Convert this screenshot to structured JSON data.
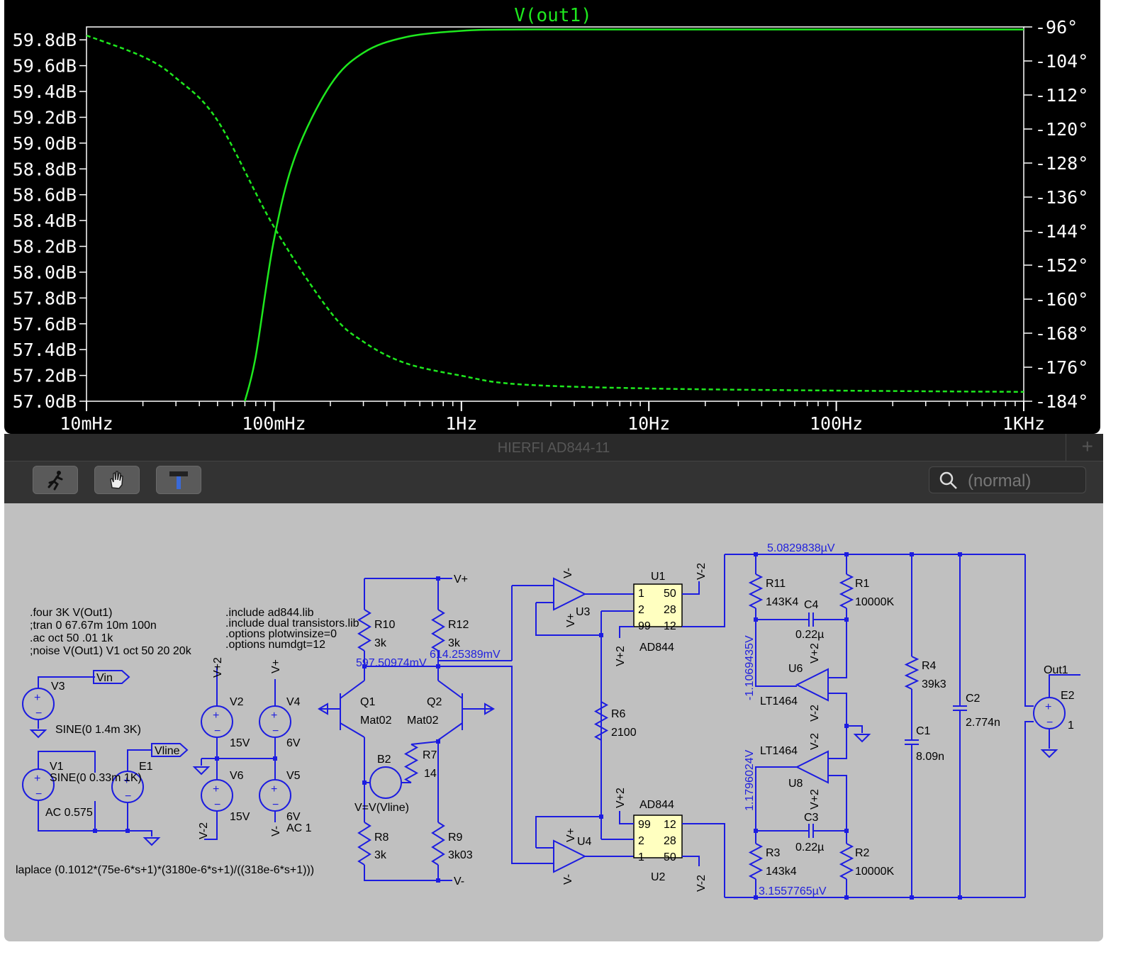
{
  "plot": {
    "trace_name": "V(out1)",
    "colors": {
      "trace": "#1ee81e",
      "axis": "#ffffff",
      "background": "#000000"
    },
    "left_ticks": [
      "59.8dB",
      "59.6dB",
      "59.4dB",
      "59.2dB",
      "59.0dB",
      "58.8dB",
      "58.6dB",
      "58.4dB",
      "58.2dB",
      "58.0dB",
      "57.8dB",
      "57.6dB",
      "57.4dB",
      "57.2dB",
      "57.0dB"
    ],
    "right_ticks": [
      "-96°",
      "-104°",
      "-112°",
      "-120°",
      "-128°",
      "-136°",
      "-144°",
      "-152°",
      "-160°",
      "-168°",
      "-176°",
      "-184°"
    ],
    "x_ticks": [
      "10mHz",
      "100mHz",
      "1Hz",
      "10Hz",
      "100Hz",
      "1KHz"
    ]
  },
  "chart_data": {
    "type": "line",
    "title": "V(out1)",
    "x_scale": "log",
    "xlim": [
      0.01,
      1000
    ],
    "ylim_left": [
      57.0,
      59.9
    ],
    "ylim_right": [
      -184,
      -96
    ],
    "series": [
      {
        "name": "magnitude (dB)",
        "style": "solid",
        "axis": "left",
        "x": [
          0.07,
          0.08,
          0.1,
          0.13,
          0.2,
          0.3,
          0.5,
          1,
          2,
          10,
          1000
        ],
        "y": [
          57.0,
          57.35,
          58.25,
          58.9,
          59.45,
          59.7,
          59.82,
          59.87,
          59.88,
          59.88,
          59.88
        ]
      },
      {
        "name": "phase (°)",
        "style": "dashed",
        "axis": "right",
        "x": [
          0.01,
          0.02,
          0.03,
          0.05,
          0.1,
          0.2,
          0.3,
          0.5,
          1,
          2,
          10,
          100,
          1000
        ],
        "y": [
          -98,
          -103,
          -108,
          -118,
          -143,
          -163,
          -170,
          -175,
          -178,
          -180,
          -181,
          -181.5,
          -181.8
        ]
      }
    ]
  },
  "window": {
    "title": "HIERFI AD844-11",
    "tab_plus": "+"
  },
  "toolbar": {
    "buttons": [
      {
        "name": "run-icon",
        "label": "Run"
      },
      {
        "name": "halt-hand-icon",
        "label": "Halt"
      },
      {
        "name": "hammer-icon",
        "label": "Tools"
      }
    ],
    "search_placeholder": "(normal)"
  },
  "schematic": {
    "directives1": [
      ".four 3K V(Out1)",
      ";tran 0 67.67m 10m 100n",
      ".ac oct 50 .01 1k",
      ";noise V(Out1) V1 oct 50 20 20k"
    ],
    "directives2": [
      ".include ad844.lib",
      ".include dual transistors.lib",
      ".options plotwinsize=0",
      ".options numdgt=12"
    ],
    "laplace": "laplace (0.1012*(75e-6*s+1)*(3180e-6*s+1)/((318e-6*s+1)))",
    "nets": {
      "vin": "Vin",
      "vline": "Vline",
      "out1": "Out1",
      "vplus": "V+",
      "vminus": "V-",
      "vplus2": "V+2",
      "vminus2": "V-2"
    },
    "voltages": {
      "n1": "597.50974mV",
      "n2": "614.25389mV",
      "top": "5.0829838µV",
      "bottom": "3.1557765µV",
      "left_top": "-1.1069435V",
      "left_bottom": "1.1796024V"
    },
    "v3": {
      "name": "V3",
      "value": "SINE(0 1.4m 3K)"
    },
    "v1": {
      "name": "V1",
      "value": "SINE(0 0.33m 1K)",
      "ac": "AC 0.575"
    },
    "e1": "E1",
    "v2": {
      "name": "V2",
      "value": "15V"
    },
    "v4": {
      "name": "V4",
      "value": "6V"
    },
    "v6": {
      "name": "V6",
      "value": "15V"
    },
    "v5": {
      "name": "V5",
      "value": "6V",
      "ac": "AC 1"
    },
    "r10": {
      "name": "R10",
      "value": "3k"
    },
    "r12": {
      "name": "R12",
      "value": "3k"
    },
    "q1": {
      "name": "Q1",
      "model": "Mat02"
    },
    "q2": {
      "name": "Q2",
      "model": "Mat02"
    },
    "b2": {
      "name": "B2",
      "value": "V=V(Vline)"
    },
    "r7": {
      "name": "R7",
      "value": "14"
    },
    "r8": {
      "name": "R8",
      "value": "3k"
    },
    "r9": {
      "name": "R9",
      "value": "3k03"
    },
    "u3": "U3",
    "u4": "U4",
    "u1": {
      "name": "U1",
      "model": "AD844",
      "pins": [
        "1",
        "50",
        "2",
        "28",
        "99",
        "12"
      ]
    },
    "u2": {
      "name": "U2",
      "model": "AD844",
      "pins": [
        "99",
        "12",
        "2",
        "28",
        "1",
        "50"
      ]
    },
    "r6": {
      "name": "R6",
      "value": "2100"
    },
    "r11": {
      "name": "R11",
      "value": "143K4"
    },
    "r1": {
      "name": "R1",
      "value": "10000K"
    },
    "c4": {
      "name": "C4",
      "value": "0.22µ"
    },
    "u6": {
      "name": "U6",
      "model": "LT1464"
    },
    "u8": {
      "name": "U8",
      "model": "LT1464"
    },
    "c3": {
      "name": "C3",
      "value": "0.22µ"
    },
    "r3": {
      "name": "R3",
      "value": "143k4"
    },
    "r2": {
      "name": "R2",
      "value": "10000K"
    },
    "r4": {
      "name": "R4",
      "value": "39k3"
    },
    "c1": {
      "name": "C1",
      "value": "8.09n"
    },
    "c2": {
      "name": "C2",
      "value": "2.774n"
    },
    "e2": {
      "name": "E2",
      "value": "1"
    }
  }
}
